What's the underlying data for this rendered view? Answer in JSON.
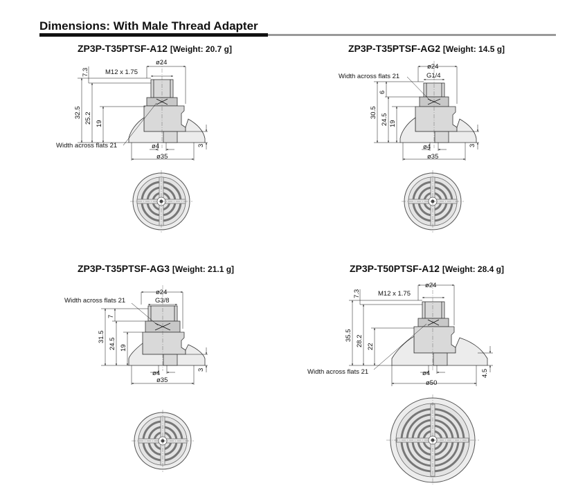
{
  "page": {
    "title": "Dimensions: With Male Thread Adapter"
  },
  "common_labels": {
    "width_across_flats": "Width across flats 21",
    "bore": "ø4",
    "flat_dim": "3"
  },
  "models": [
    {
      "id": "a12_35",
      "name": "ZP3P-T35PTSF-A12",
      "weight": "[Weight: 20.7 g]",
      "thread": "M12 x 1.75",
      "top_dia": "ø24",
      "pad_dia": "ø35",
      "heights": [
        "7.3",
        "32.5",
        "25.2",
        "19"
      ],
      "small_dim": "3"
    },
    {
      "id": "ag2_35",
      "name": "ZP3P-T35PTSF-AG2",
      "weight": "[Weight: 14.5 g]",
      "thread": "G1/4",
      "top_dia": "ø24",
      "pad_dia": "ø35",
      "heights": [
        "6",
        "30.5",
        "24.5",
        "19"
      ],
      "small_dim": "3"
    },
    {
      "id": "ag3_35",
      "name": "ZP3P-T35PTSF-AG3",
      "weight": "[Weight: 21.1 g]",
      "thread": "G3/8",
      "top_dia": "ø24",
      "pad_dia": "ø35",
      "heights": [
        "7",
        "31.5",
        "24.5",
        "19"
      ],
      "small_dim": "3"
    },
    {
      "id": "a12_50",
      "name": "ZP3P-T50PTSF-A12",
      "weight": "[Weight: 28.4 g]",
      "thread": "M12 x 1.75",
      "top_dia": "ø24",
      "pad_dia": "ø50",
      "heights": [
        "7.3",
        "35.5",
        "28.2",
        "22"
      ],
      "small_dim": "4.5"
    }
  ]
}
